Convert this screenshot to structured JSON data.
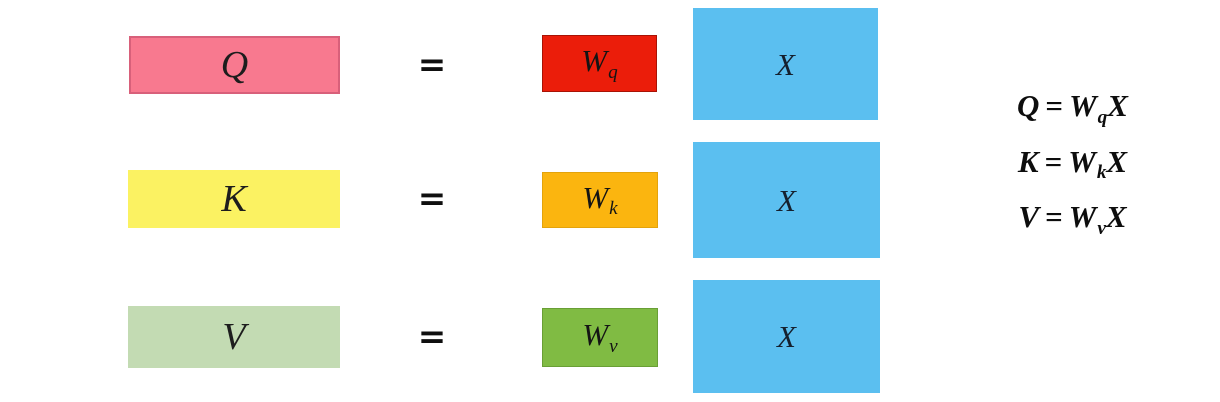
{
  "colors": {
    "background": "#ffffff",
    "q_fill": "#F8798F",
    "q_border": "#D8607A",
    "k_fill": "#FBF262",
    "v_fill": "#C3DBB3",
    "wq_fill": "#EB1D0A",
    "wq_border": "#A81305",
    "wk_fill": "#FBB50F",
    "wk_border": "#E3A30C",
    "wv_fill": "#80BB43",
    "wv_border": "#699F35",
    "x_fill": "#5BBFF0"
  },
  "rows": [
    {
      "result": {
        "label": "Q",
        "fill": "#F8798F",
        "border": "#D8607A"
      },
      "equals": "=",
      "weight": {
        "base": "W",
        "sub": "q",
        "fill": "#EB1D0A",
        "border": "#A81305"
      },
      "input": {
        "label": "X",
        "fill": "#5BBFF0"
      }
    },
    {
      "result": {
        "label": "K",
        "fill": "#FBF262",
        "border": "#FBF262"
      },
      "equals": "=",
      "weight": {
        "base": "W",
        "sub": "k",
        "fill": "#FBB50F",
        "border": "#E3A30C"
      },
      "input": {
        "label": "X",
        "fill": "#5BBFF0"
      }
    },
    {
      "result": {
        "label": "V",
        "fill": "#C3DBB3",
        "border": "#C3DBB3"
      },
      "equals": "=",
      "weight": {
        "base": "W",
        "sub": "v",
        "fill": "#80BB43",
        "border": "#699F35"
      },
      "input": {
        "label": "X",
        "fill": "#5BBFF0"
      }
    }
  ],
  "equations": {
    "lines": [
      {
        "lhs": "Q",
        "eq": "=",
        "wbase": "W",
        "wsub": "q",
        "rhs": "X"
      },
      {
        "lhs": "K",
        "eq": "=",
        "wbase": "W",
        "wsub": "k",
        "rhs": "X"
      },
      {
        "lhs": "V",
        "eq": "=",
        "wbase": "W",
        "wsub": "v",
        "rhs": "X"
      }
    ]
  }
}
